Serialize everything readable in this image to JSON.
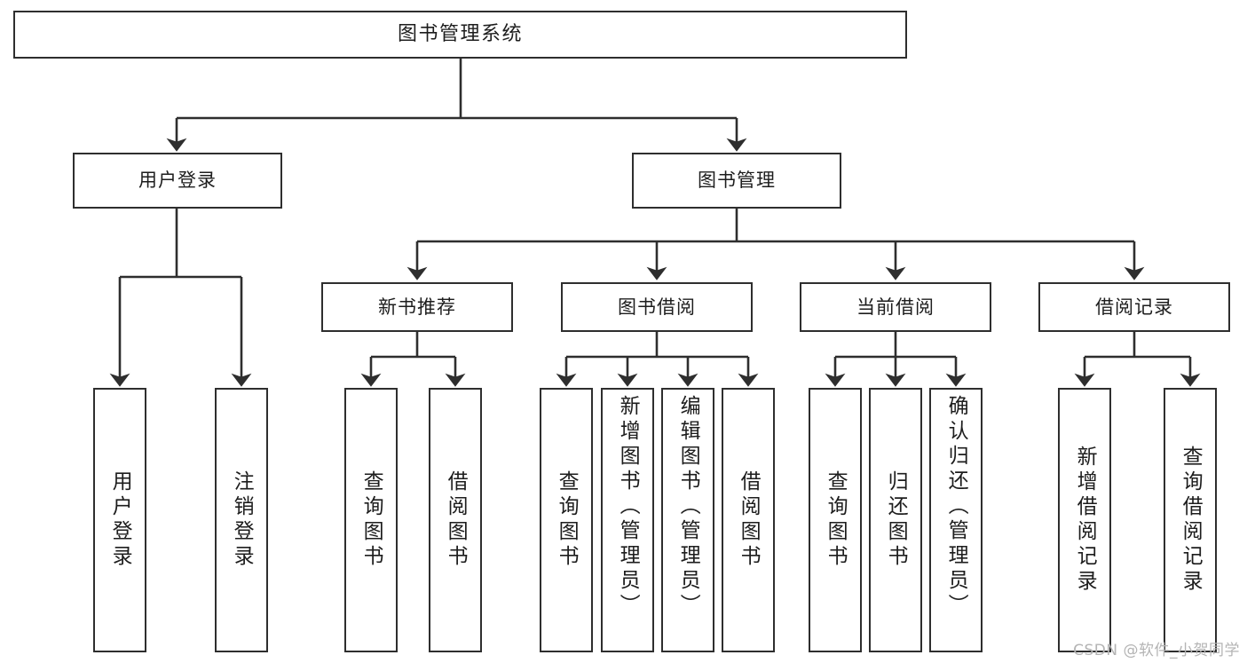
{
  "diagram": {
    "type": "tree",
    "title": "图书管理系统",
    "root": {
      "id": "root",
      "label": "图书管理系统"
    },
    "level1": [
      {
        "id": "user-login",
        "label": "用户登录"
      },
      {
        "id": "book-manage",
        "label": "图书管理"
      }
    ],
    "level2": [
      {
        "id": "new-book-recommend",
        "label": "新书推荐",
        "parent": "book-manage"
      },
      {
        "id": "book-borrow",
        "label": "图书借阅",
        "parent": "book-manage"
      },
      {
        "id": "current-borrow",
        "label": "当前借阅",
        "parent": "book-manage"
      },
      {
        "id": "borrow-record",
        "label": "借阅记录",
        "parent": "book-manage"
      }
    ],
    "leaves": [
      {
        "id": "leaf-user-login",
        "label": "用户登录",
        "parent": "user-login"
      },
      {
        "id": "leaf-logout-login",
        "label": "注销登录",
        "parent": "user-login"
      },
      {
        "id": "leaf-query-book-1",
        "label": "查询图书",
        "parent": "new-book-recommend"
      },
      {
        "id": "leaf-borrow-book-1",
        "label": "借阅图书",
        "parent": "new-book-recommend"
      },
      {
        "id": "leaf-query-book-2",
        "label": "查询图书",
        "parent": "book-borrow"
      },
      {
        "id": "leaf-add-book",
        "label": "新增图书（管理员）",
        "parent": "book-borrow"
      },
      {
        "id": "leaf-edit-book",
        "label": "编辑图书（管理员）",
        "parent": "book-borrow"
      },
      {
        "id": "leaf-borrow-book-2",
        "label": "借阅图书",
        "parent": "book-borrow"
      },
      {
        "id": "leaf-query-book-3",
        "label": "查询图书",
        "parent": "current-borrow"
      },
      {
        "id": "leaf-return-book",
        "label": "归还图书",
        "parent": "current-borrow"
      },
      {
        "id": "leaf-confirm-return",
        "label": "确认归还（管理员）",
        "parent": "current-borrow"
      },
      {
        "id": "leaf-add-record",
        "label": "新增借阅记录",
        "parent": "borrow-record"
      },
      {
        "id": "leaf-query-record",
        "label": "查询借阅记录",
        "parent": "borrow-record"
      }
    ],
    "colors": {
      "stroke": "#2e2e2e",
      "fill": "#ffffff",
      "text": "#1d1d1d",
      "watermark": "#b4b4b4"
    }
  },
  "watermark": {
    "text": "CSDN @软件_小贺同学"
  }
}
